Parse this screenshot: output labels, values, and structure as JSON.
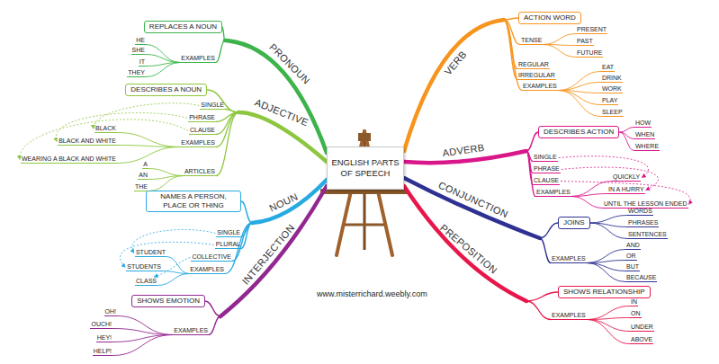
{
  "diagram": {
    "nodes": [
      {
        "text": [
          "ENGLISH PARTS OF SPEECH"
        ]
      },
      {
        "text": [
          "REPLACES A NOUN"
        ]
      },
      {
        "text": [
          "DESCRIBES A NOUN"
        ]
      },
      {
        "text": [
          "NAMES A PERSON, PLACE OR THING"
        ]
      },
      {
        "text": [
          "SHOWS EMOTION"
        ]
      },
      {
        "text": [
          "ACTION WORD"
        ]
      },
      {
        "text": [
          "DESCRIBES ACTION"
        ]
      },
      {
        "text": [
          "JOINS"
        ]
      },
      {
        "text": [
          "SHOWS RELATIONSHIP"
        ]
      }
    ],
    "edges": [
      {
        "from": 0,
        "to": 1,
        "label": "PRONOUN",
        "arrow": "none"
      },
      {
        "from": 0,
        "to": 2,
        "label": "ADJECTIVE",
        "arrow": "none"
      },
      {
        "from": 0,
        "to": 3,
        "label": "NOUN",
        "arrow": "none"
      },
      {
        "from": 0,
        "to": 4,
        "label": "INTERJECTION",
        "arrow": "none"
      },
      {
        "from": 0,
        "to": 5,
        "label": "VERB",
        "arrow": "none"
      },
      {
        "from": 0,
        "to": 6,
        "label": "ADVERB",
        "arrow": "none"
      },
      {
        "from": 0,
        "to": 7,
        "label": "CONJUNCTION",
        "arrow": "none"
      },
      {
        "from": 0,
        "to": 8,
        "label": "PREPOSITION",
        "arrow": "none"
      }
    ],
    "labels": [
      "EXAMPLES",
      "HE",
      "SHE",
      "IT",
      "THEY",
      "SINGLE",
      "PHRASE",
      "CLAUSE",
      "EXAMPLES",
      "BLACK",
      "BLACK AND WHITE",
      "WEARING A BLACK AND WHITE",
      "ARTICLES",
      "A",
      "AN",
      "THE",
      "SINGLE",
      "PLURAL",
      "COLLECTIVE",
      "EXAMPLES",
      "STUDENT",
      "STUDENTS",
      "CLASS",
      "EXAMPLES",
      "OH!",
      "OUCH!",
      "HEY!",
      "HELP!",
      "TENSE",
      "PRESENT",
      "PAST",
      "FUTURE",
      "REGULAR",
      "IRREGULAR",
      "EXAMPLES",
      "EAT",
      "DRINK",
      "WORK",
      "PLAY",
      "SLEEP",
      "HOW",
      "WHEN",
      "WHERE",
      "SINGLE",
      "PHRASE",
      "CLAUSE",
      "EXAMPLES",
      "QUICKLY",
      "IN A HURRY",
      "UNTIL THE LESSON ENDED",
      "WORDS",
      "PHRASES",
      "SENTENCES",
      "EXAMPLES",
      "AND",
      "OR",
      "BUT",
      "BECAUSE",
      "EXAMPLES",
      "IN",
      "ON",
      "UNDER",
      "ABOVE",
      "www.misterrichard.weebly.com"
    ]
  }
}
